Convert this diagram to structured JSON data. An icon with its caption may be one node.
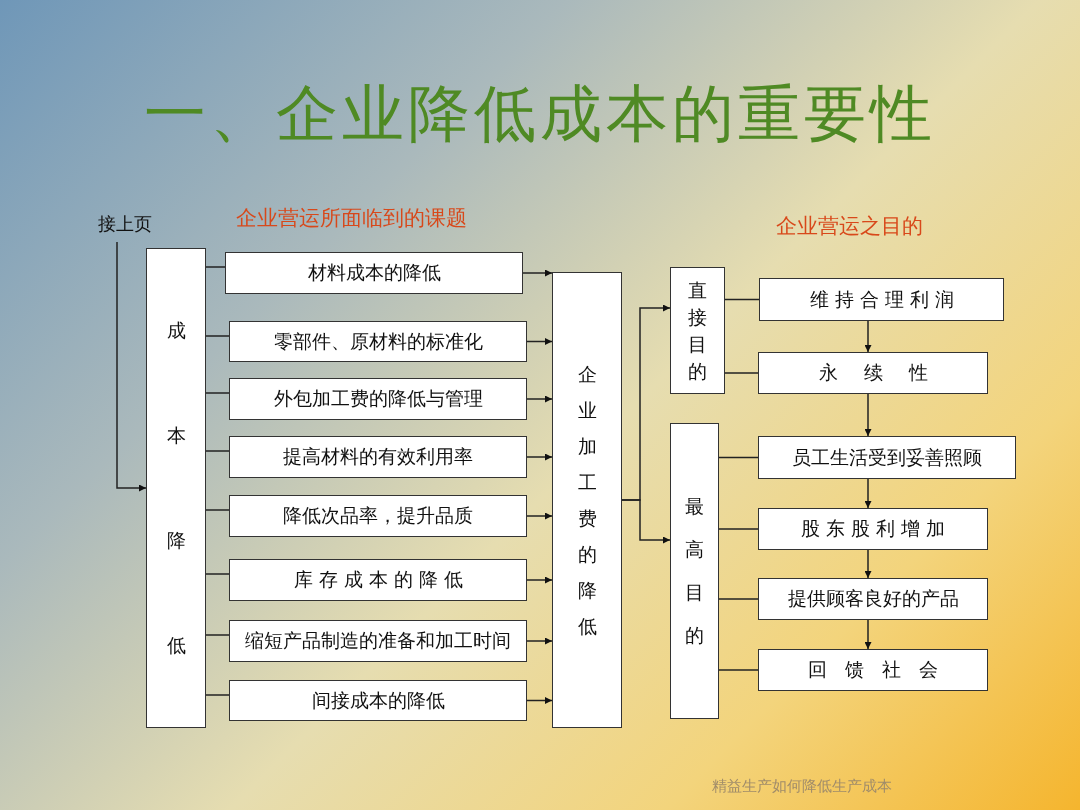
{
  "diagram": {
    "title": "一、企业降低成本的重要性",
    "nodes": [
      {
        "text": [
          "接上页"
        ]
      },
      {
        "text": [
          "成本降低"
        ]
      },
      {
        "text": [
          "材料成本的降低"
        ]
      },
      {
        "text": [
          "零部件、原材料的标准化"
        ]
      },
      {
        "text": [
          "外包加工费的降低与管理"
        ]
      },
      {
        "text": [
          "提高材料的有效利用率"
        ]
      },
      {
        "text": [
          "降低次品率，提升品质"
        ]
      },
      {
        "text": [
          "库存成本的降低"
        ]
      },
      {
        "text": [
          "缩短产品制造的准备和加工时间"
        ]
      },
      {
        "text": [
          "间接成本的降低"
        ]
      },
      {
        "text": [
          "企业加工费的降低"
        ]
      },
      {
        "text": [
          "直接目的"
        ]
      },
      {
        "text": [
          "维持合理利润"
        ]
      },
      {
        "text": [
          "永续性"
        ]
      },
      {
        "text": [
          "最高目的"
        ]
      },
      {
        "text": [
          "员工生活受到妥善照顾"
        ]
      },
      {
        "text": [
          "股东股利增加"
        ]
      },
      {
        "text": [
          "提供顾客良好的产品"
        ]
      },
      {
        "text": [
          "回馈社会"
        ]
      }
    ],
    "edges": [
      {
        "from": 0,
        "to": 1,
        "arrow": "to"
      },
      {
        "from": 1,
        "to": 2,
        "arrow": "none"
      },
      {
        "from": 1,
        "to": 3,
        "arrow": "none"
      },
      {
        "from": 1,
        "to": 4,
        "arrow": "none"
      },
      {
        "from": 1,
        "to": 5,
        "arrow": "none"
      },
      {
        "from": 1,
        "to": 6,
        "arrow": "none"
      },
      {
        "from": 1,
        "to": 7,
        "arrow": "none"
      },
      {
        "from": 1,
        "to": 8,
        "arrow": "none"
      },
      {
        "from": 1,
        "to": 9,
        "arrow": "none"
      },
      {
        "from": 2,
        "to": 10,
        "arrow": "to"
      },
      {
        "from": 3,
        "to": 10,
        "arrow": "to"
      },
      {
        "from": 4,
        "to": 10,
        "arrow": "to"
      },
      {
        "from": 5,
        "to": 10,
        "arrow": "to"
      },
      {
        "from": 6,
        "to": 10,
        "arrow": "to"
      },
      {
        "from": 7,
        "to": 10,
        "arrow": "to"
      },
      {
        "from": 8,
        "to": 10,
        "arrow": "to"
      },
      {
        "from": 9,
        "to": 10,
        "arrow": "to"
      },
      {
        "from": 10,
        "to": 11,
        "arrow": "to"
      },
      {
        "from": 10,
        "to": 14,
        "arrow": "to"
      },
      {
        "from": 11,
        "to": 12,
        "arrow": "none"
      },
      {
        "from": 11,
        "to": 13,
        "arrow": "none"
      },
      {
        "from": 12,
        "to": 13,
        "arrow": "to"
      },
      {
        "from": 13,
        "to": 15,
        "arrow": "to"
      },
      {
        "from": 14,
        "to": 15,
        "arrow": "none"
      },
      {
        "from": 14,
        "to": 16,
        "arrow": "none"
      },
      {
        "from": 14,
        "to": 17,
        "arrow": "none"
      },
      {
        "from": 14,
        "to": 18,
        "arrow": "none"
      },
      {
        "from": 15,
        "to": 16,
        "arrow": "to"
      },
      {
        "from": 16,
        "to": 17,
        "arrow": "to"
      },
      {
        "from": 17,
        "to": 18,
        "arrow": "to"
      }
    ],
    "labels": [
      "企业营运所面临到的课题",
      "企业营运之目的",
      "精益生产如何降低生产成本"
    ]
  }
}
